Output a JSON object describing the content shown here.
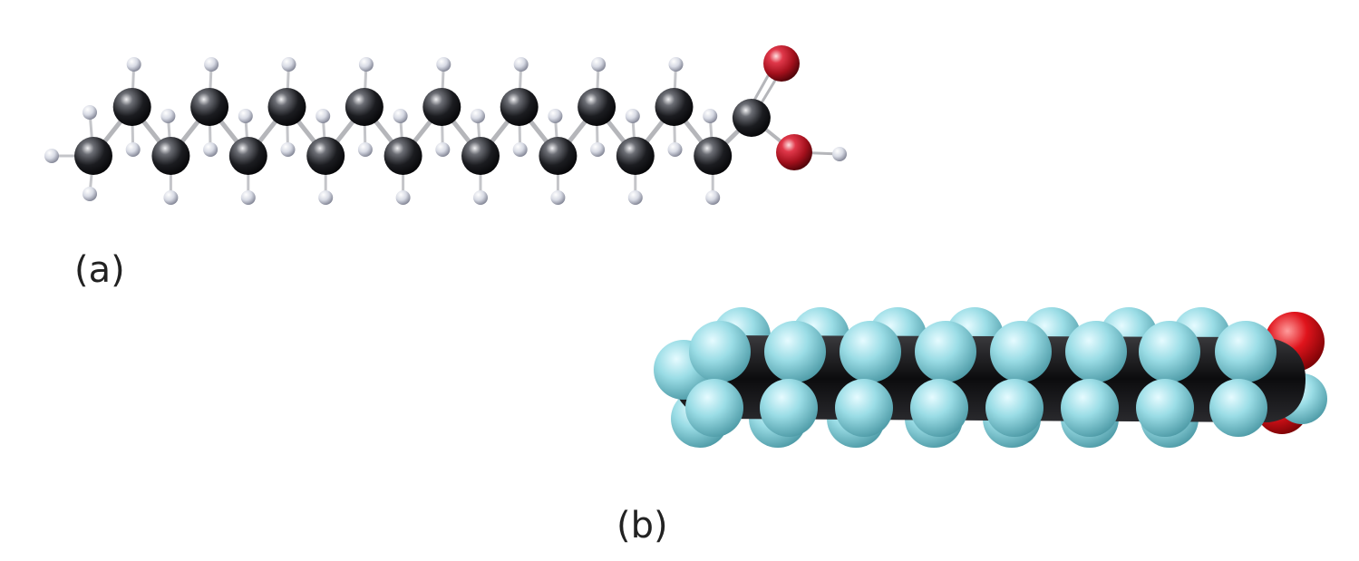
{
  "labels": {
    "panel_a": "(a)",
    "panel_b": "(b)"
  },
  "colors": {
    "carbon": "#1b1c20",
    "oxygen": "#b0101c",
    "hydrogen_ball_stick": "#d6d9e4",
    "bond": "#b8b8bc",
    "hydrogen_space_fill": "#8fd6e0",
    "oxygen_space_fill": "#d41818",
    "backbone_space_fill": "#1c1c1c"
  },
  "molecule": {
    "carbon_count": 18,
    "oxygen_count": 2,
    "panel_a_model": "ball-and-stick",
    "panel_b_model": "space-filling"
  }
}
